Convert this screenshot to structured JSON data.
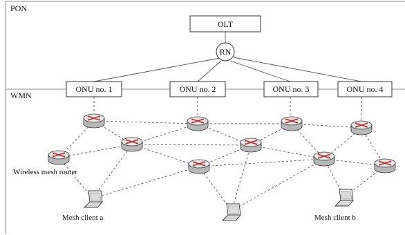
{
  "regions": {
    "pon_label": "PON",
    "wmn_label": "WMN"
  },
  "nodes": {
    "olt_label": "OLT",
    "rn_label": "RN",
    "onus": [
      "ONU no. 1",
      "ONU no. 2",
      "ONU no. 3",
      "ONU no. 4"
    ]
  },
  "captions": {
    "router": "Wireless mesh router",
    "client_a": "Mesh client a",
    "client_b": "Mesh client b"
  },
  "colors": {
    "router_top": "#e6e6e6",
    "router_side": "#b8b8b8",
    "router_x": "#b03030"
  }
}
